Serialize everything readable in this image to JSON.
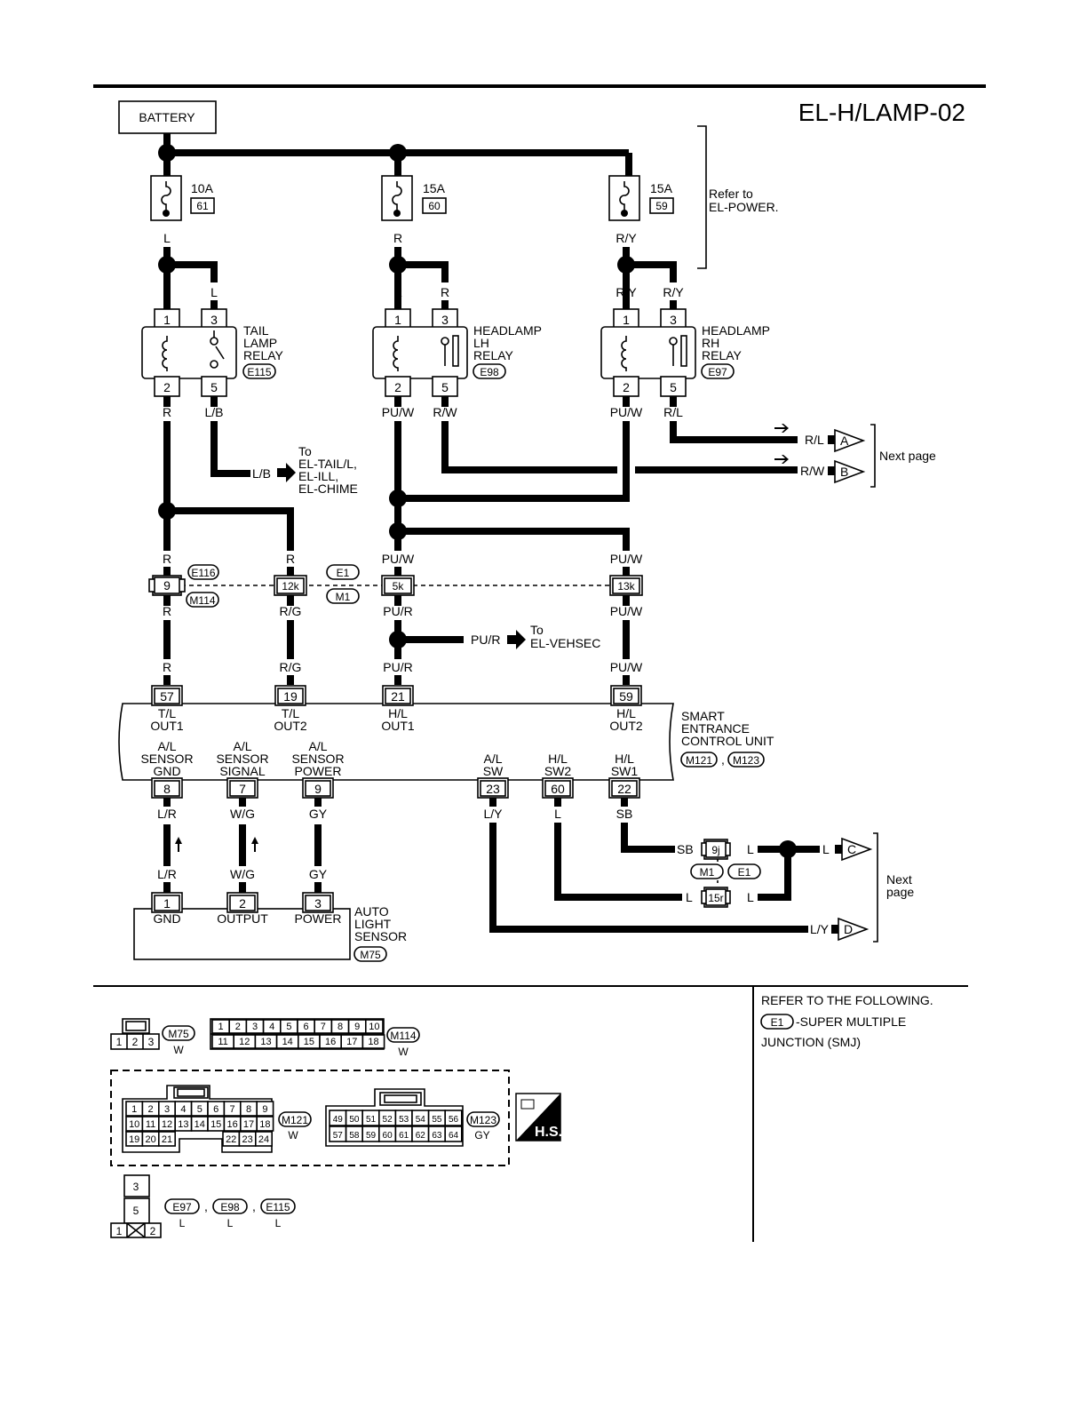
{
  "page": {
    "diagram_id": "EL-H/LAMP-02",
    "refer_power": [
      "Refer to",
      "EL-POWER."
    ],
    "next_page": "Next page",
    "next_page_split": [
      "Next",
      "page"
    ]
  },
  "battery": "BATTERY",
  "fuses": [
    {
      "amp": "10A",
      "num": "61",
      "wire": "L"
    },
    {
      "amp": "15A",
      "num": "60",
      "wire": "R"
    },
    {
      "amp": "15A",
      "num": "59",
      "wire": "R/Y"
    }
  ],
  "relays": [
    {
      "name": [
        "TAIL",
        "LAMP",
        "RELAY"
      ],
      "conn": "E115",
      "in": [
        "L",
        "L"
      ],
      "pins": [
        "1",
        "3",
        "2",
        "5"
      ],
      "out": [
        "R",
        "L/B"
      ]
    },
    {
      "name": [
        "HEADLAMP",
        "LH",
        "RELAY"
      ],
      "conn": "E98",
      "in": [
        "R",
        "R"
      ],
      "pins": [
        "1",
        "3",
        "2",
        "5"
      ],
      "out": [
        "PU/W",
        "R/W"
      ]
    },
    {
      "name": [
        "HEADLAMP",
        "RH",
        "RELAY"
      ],
      "conn": "E97",
      "in": [
        "R/Y",
        "R/Y"
      ],
      "pins": [
        "1",
        "3",
        "2",
        "5"
      ],
      "out": [
        "PU/W",
        "R/L"
      ]
    }
  ],
  "tail_dest": {
    "wire": "L/B",
    "lines": [
      "To",
      "EL-TAIL/L,",
      "EL-ILL,",
      "EL-CHIME"
    ]
  },
  "offpage_top": [
    {
      "wire": "R/L",
      "letter": "A"
    },
    {
      "wire": "R/W",
      "letter": "B"
    }
  ],
  "joint_row": {
    "wires_top": [
      "R",
      "R",
      "PU/W",
      "PU/W"
    ],
    "pins": [
      "9",
      "12k",
      "5k",
      "13k"
    ],
    "wires_bottom": [
      "R",
      "R/G",
      "PU/R",
      "PU/W"
    ],
    "conn_e116": "E116",
    "conn_m114": "M114",
    "conn_e1": "E1",
    "conn_m1": "M1"
  },
  "vehsec": {
    "wire": "PU/R",
    "lines": [
      "To",
      "EL-VEHSEC"
    ]
  },
  "secu_top": {
    "wires": [
      "R",
      "R/G",
      "PU/R",
      "PU/W"
    ],
    "pins": [
      "57",
      "19",
      "21",
      "59"
    ],
    "names": [
      [
        "T/L",
        "OUT1"
      ],
      [
        "T/L",
        "OUT2"
      ],
      [
        "H/L",
        "OUT1"
      ],
      [
        "H/L",
        "OUT2"
      ]
    ]
  },
  "secu": {
    "name": [
      "SMART",
      "ENTRANCE",
      "CONTROL UNIT"
    ],
    "conn1": "M121",
    "conn2": "M123",
    "sep": ","
  },
  "secu_bottom": {
    "names": [
      [
        "A/L",
        "SENSOR",
        "GND"
      ],
      [
        "A/L",
        "SENSOR",
        "SIGNAL"
      ],
      [
        "A/L",
        "SENSOR",
        "POWER"
      ],
      [
        "A/L",
        "SW"
      ],
      [
        "H/L",
        "SW2"
      ],
      [
        "H/L",
        "SW1"
      ]
    ],
    "pins": [
      "8",
      "7",
      "9",
      "23",
      "60",
      "22"
    ],
    "wires": [
      "L/R",
      "W/G",
      "GY",
      "L/Y",
      "L",
      "SB"
    ]
  },
  "sensor": {
    "wires": [
      "L/R",
      "W/G",
      "GY"
    ],
    "pins": [
      "1",
      "2",
      "3"
    ],
    "terms": [
      "GND",
      "OUTPUT",
      "POWER"
    ],
    "name": [
      "AUTO",
      "LIGHT",
      "SENSOR"
    ],
    "conn": "M75"
  },
  "switch_side": {
    "sb": "SB",
    "pin9j": "9j",
    "l1": "L",
    "l2": "L",
    "pin15r": "15r",
    "l3": "L",
    "l4": "L",
    "m1": "M1",
    "e1": "E1",
    "c_wire": "L",
    "c_letter": "C",
    "d_wire": "L/Y",
    "d_letter": "D"
  },
  "legend": {
    "refer": "REFER TO THE FOLLOWING.",
    "e1": "E1",
    "smj1": "-SUPER MULTIPLE",
    "smj2": "JUNCTION (SMJ)"
  },
  "connectors": {
    "m75": {
      "pins": [
        "1",
        "2",
        "3"
      ],
      "tag": "M75",
      "color": "W"
    },
    "m114": {
      "row1": [
        "1",
        "2",
        "3",
        "4",
        "5",
        "6",
        "7",
        "8",
        "9",
        "10"
      ],
      "row2": [
        "11",
        "12",
        "13",
        "14",
        "15",
        "16",
        "17",
        "18"
      ],
      "tag": "M114",
      "color": "W"
    },
    "m121": {
      "row1": [
        "1",
        "2",
        "3",
        "4",
        "5",
        "6",
        "7",
        "8",
        "9"
      ],
      "row2": [
        "10",
        "11",
        "12",
        "13",
        "14",
        "15",
        "16",
        "17",
        "18"
      ],
      "row3a": [
        "19",
        "20",
        "21"
      ],
      "row3b": [
        "22",
        "23",
        "24"
      ],
      "tag": "M121",
      "color": "W"
    },
    "m123": {
      "row1": [
        "49",
        "50",
        "51",
        "52",
        "53",
        "54",
        "55",
        "56"
      ],
      "row2": [
        "57",
        "58",
        "59",
        "60",
        "61",
        "62",
        "63",
        "64"
      ],
      "tag": "M123",
      "color": "GY"
    },
    "hs": "H.S.",
    "relay_conn": {
      "pins": [
        "3",
        "5",
        "1",
        "2"
      ],
      "tags": [
        "E97",
        "E98",
        "E115"
      ],
      "sep": ",",
      "color": "L"
    }
  }
}
